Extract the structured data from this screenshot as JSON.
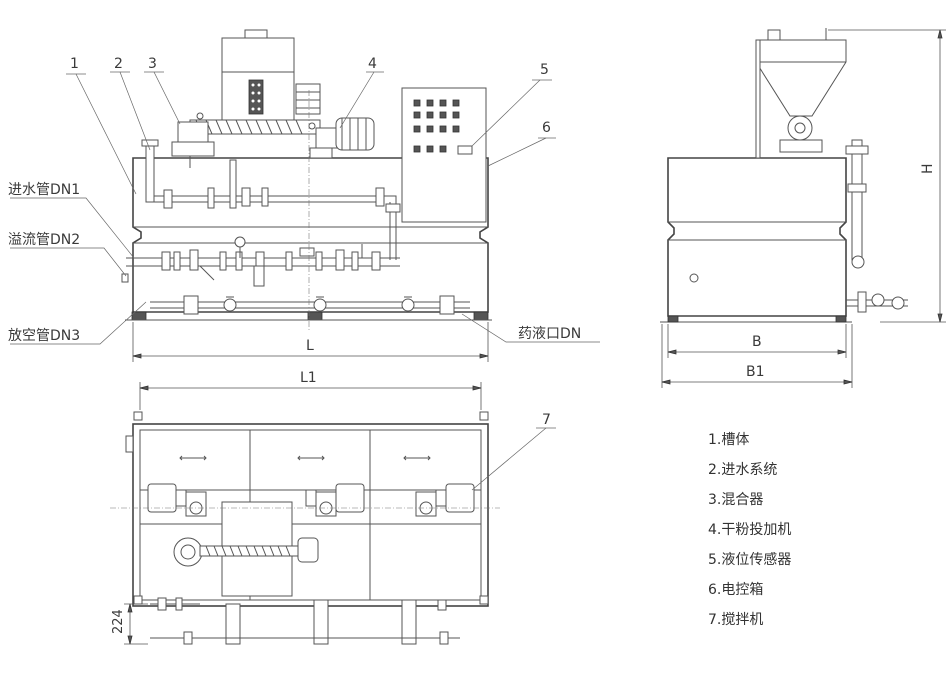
{
  "callouts": [
    "1",
    "2",
    "3",
    "4",
    "5",
    "6",
    "7"
  ],
  "pipe_labels": {
    "inlet": "进水管DN1",
    "overflow": "溢流管DN2",
    "drain": "放空管DN3",
    "outlet": "药液口DN"
  },
  "dimensions": {
    "front_length": "L",
    "top_length": "L1",
    "side_width": "B",
    "side_overall_width": "B1",
    "side_height": "H",
    "top_offset": "224"
  },
  "legend": [
    "1.槽体",
    "2.进水系统",
    "3.混合器",
    "4.干粉投加机",
    "5.液位传感器",
    "6.电控箱",
    "7.搅拌机"
  ]
}
